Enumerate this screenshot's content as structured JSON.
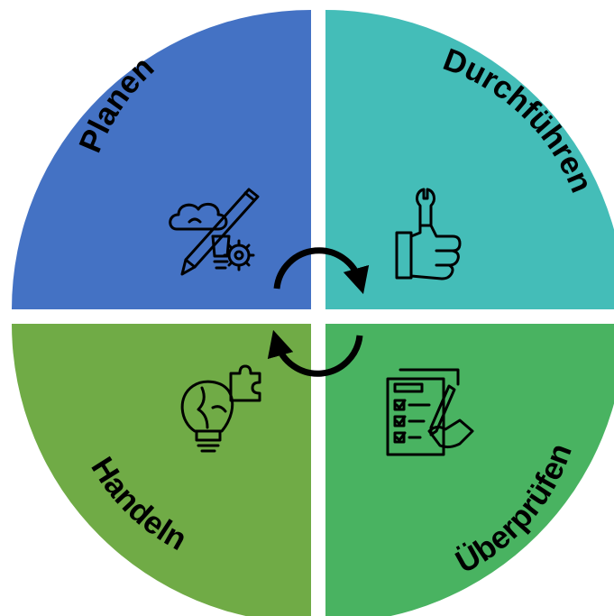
{
  "diagram": {
    "quadrants": [
      {
        "id": "planen",
        "label": "Planen",
        "color": "#4472c4",
        "icon": "brain-gear-pencil-icon"
      },
      {
        "id": "durchfuehren",
        "label": "Durchführen",
        "color": "#44bdb8",
        "icon": "thumbs-up-wrench-icon"
      },
      {
        "id": "ueberpruefen",
        "label": "Überprüfen",
        "color": "#49b361",
        "icon": "checklist-hand-icon"
      },
      {
        "id": "handeln",
        "label": "Handeln",
        "color": "#70ab46",
        "icon": "lightbulb-puzzle-icon"
      }
    ],
    "center_icon": "circular-arrows-icon"
  }
}
